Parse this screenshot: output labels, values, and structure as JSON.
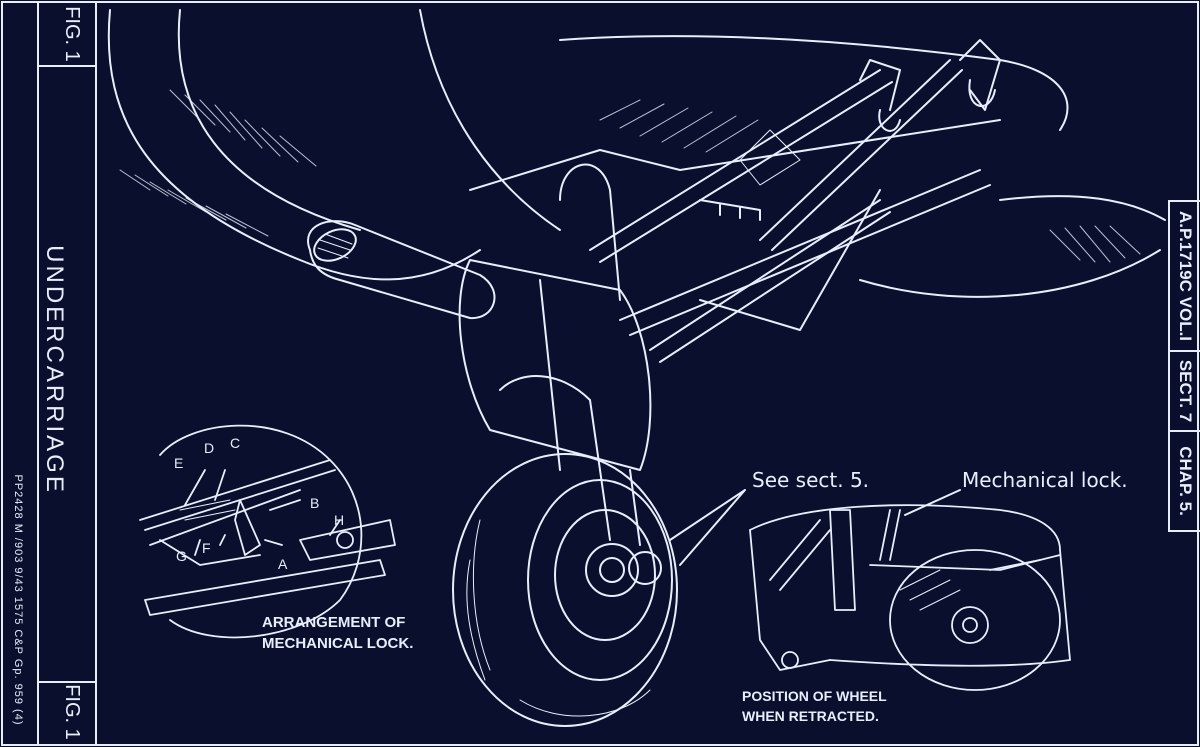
{
  "sheet": {
    "fig_label_top": "FIG. 1",
    "fig_label_bottom": "FIG. 1",
    "title": "UNDERCARRIAGE",
    "print_line": "PP2428 M  /903 9/43 1575 C&P Gp. 959 (4)",
    "reference": {
      "publication": "A.P.1719C VOL.I",
      "section": "SECT. 7",
      "chapter": "CHAP. 5."
    }
  },
  "callouts": {
    "see_sect": "See sect. 5.",
    "mechanical_lock": "Mechanical lock."
  },
  "inset_lock": {
    "caption_line1": "ARRANGEMENT OF",
    "caption_line2": "MECHANICAL LOCK.",
    "letters": [
      "E",
      "D",
      "C",
      "B",
      "H",
      "A",
      "G",
      "F"
    ]
  },
  "inset_retracted": {
    "caption_line1": "POSITION OF WHEEL",
    "caption_line2": "WHEN RETRACTED."
  },
  "colors": {
    "background": "#0a0f2e",
    "ink": "#e8eefc"
  }
}
